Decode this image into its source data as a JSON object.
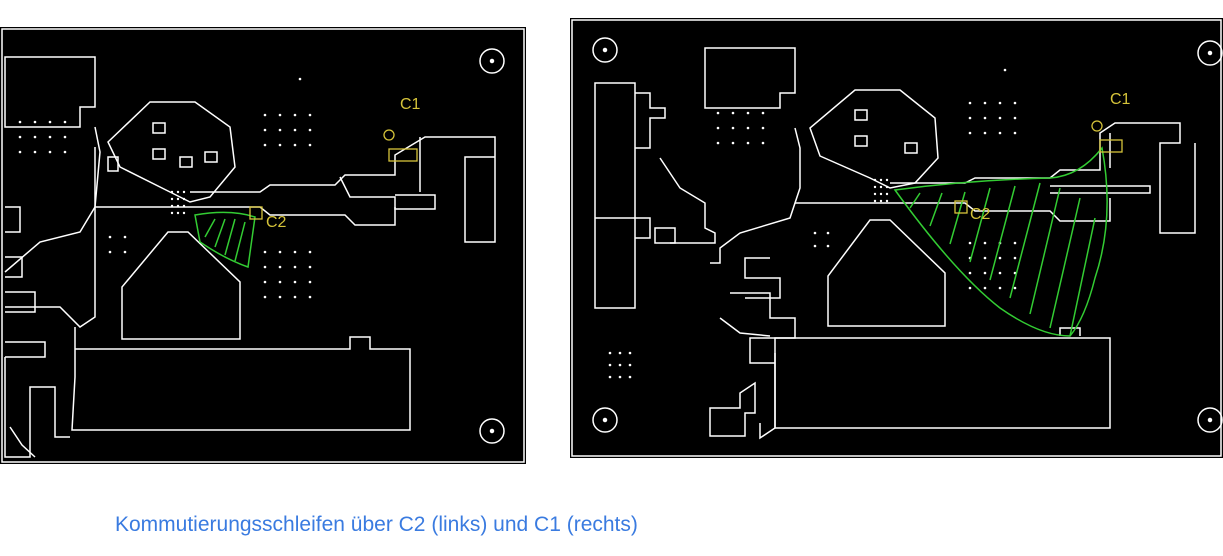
{
  "panels": {
    "left": {
      "annotations": {
        "c1": "C1",
        "c2": "C2"
      }
    },
    "right": {
      "annotations": {
        "c1": "C1",
        "c2": "C2"
      }
    }
  },
  "caption": "Kommutierungsschleifen über C2 (links) und C1 (rechts)",
  "colors": {
    "background": "#000000",
    "trace": "#ffffff",
    "loop_marking": "#33cc33",
    "annotation": "#d6c43a",
    "caption": "#3a7be0"
  }
}
